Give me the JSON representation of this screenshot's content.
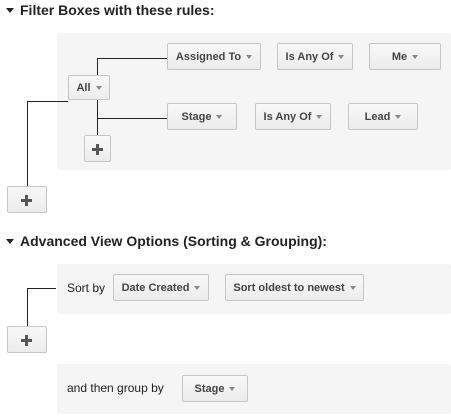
{
  "filter": {
    "header": "Filter Boxes with these rules:",
    "group_operator": "All",
    "rules": [
      {
        "field": "Assigned To",
        "operator": "Is Any Of",
        "value": "Me"
      },
      {
        "field": "Stage",
        "operator": "Is Any Of",
        "value": "Lead"
      }
    ]
  },
  "advanced": {
    "header": "Advanced View Options (Sorting & Grouping):",
    "sort_label": "Sort by",
    "sort_field": "Date Created",
    "sort_order": "Sort oldest to newest",
    "group_label": "and then group by",
    "group_field": "Stage"
  }
}
